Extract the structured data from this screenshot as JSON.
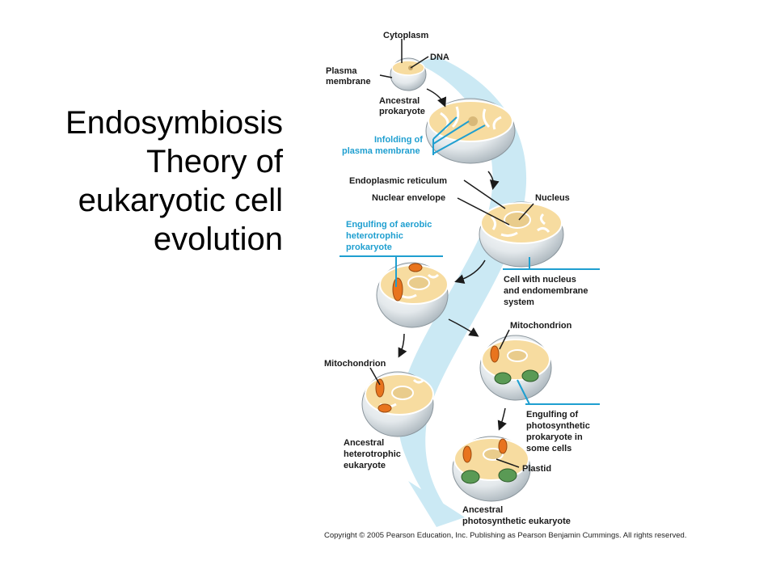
{
  "title_lines": [
    "Endosymbiosis",
    "Theory of",
    "eukaryotic cell",
    "evolution"
  ],
  "labels": {
    "cytoplasm": "Cytoplasm",
    "dna": "DNA",
    "plasma_membrane": [
      "Plasma",
      "membrane"
    ],
    "ancestral_prokaryote": [
      "Ancestral",
      "prokaryote"
    ],
    "infolding": [
      "Infolding of",
      "plasma membrane"
    ],
    "endoplasmic_reticulum": "Endoplasmic reticulum",
    "nuclear_envelope": "Nuclear envelope",
    "nucleus": "Nucleus",
    "engulfing_aerobic": [
      "Engulfing of aerobic",
      "heterotrophic",
      "prokaryote"
    ],
    "cell_with_nucleus": [
      "Cell with nucleus",
      "and endomembrane",
      "system"
    ],
    "mitochondrion_right": "Mitochondrion",
    "mitochondrion_left": "Mitochondrion",
    "engulfing_photo": [
      "Engulfing of",
      "photosynthetic",
      "prokaryote in",
      "some cells"
    ],
    "ancestral_heterotrophic": [
      "Ancestral",
      "heterotrophic",
      "eukaryote"
    ],
    "plastid": "Plastid",
    "ancestral_photosynthetic": [
      "Ancestral",
      "photosynthetic eukaryote"
    ]
  },
  "copyright": "Copyright © 2005 Pearson Education, Inc. Publishing as Pearson Benjamin Cummings. All rights reserved.",
  "colors": {
    "band": "#cbe9f4",
    "cytoplasm": "#f7dca0",
    "cell_shell": "#d8dfe4",
    "membrane": "#ffffff",
    "mitochondrion": "#e8741e",
    "plastid": "#5a9a55",
    "blue_label": "#1f9fd0",
    "arrow": "#1a1a1a"
  }
}
